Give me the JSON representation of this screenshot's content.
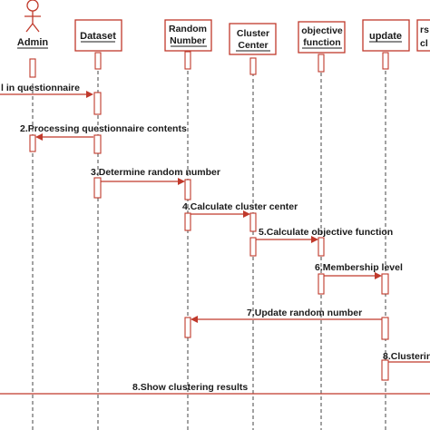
{
  "participants": [
    {
      "id": "admin",
      "lines": [
        "Admin"
      ],
      "underline": true
    },
    {
      "id": "dataset",
      "lines": [
        "Dataset"
      ],
      "underline": true
    },
    {
      "id": "random",
      "lines": [
        "Random",
        "Number"
      ],
      "underline": true
    },
    {
      "id": "cluster",
      "lines": [
        "Cluster",
        "Center"
      ],
      "underline": true
    },
    {
      "id": "objective",
      "lines": [
        "objective",
        "function"
      ],
      "underline": true
    },
    {
      "id": "update",
      "lines": [
        "update"
      ],
      "underline": true
    },
    {
      "id": "results",
      "lines": [
        "rs",
        "cl"
      ],
      "underline": false
    }
  ],
  "messages": [
    {
      "id": "m1",
      "label": "l in questionnaire",
      "from": "offscreen-left",
      "to": "dataset"
    },
    {
      "id": "m2",
      "label": "2.Processing questionnaire contents",
      "from": "dataset",
      "to": "admin"
    },
    {
      "id": "m3",
      "label": "3.Determine random number",
      "from": "dataset",
      "to": "random"
    },
    {
      "id": "m4",
      "label": "4.Calculate cluster center",
      "from": "random",
      "to": "cluster"
    },
    {
      "id": "m5",
      "label": "5.Calculate objective function",
      "from": "cluster",
      "to": "objective"
    },
    {
      "id": "m6",
      "label": "6.Membership level",
      "from": "objective",
      "to": "update"
    },
    {
      "id": "m7",
      "label": "7.Update random number",
      "from": "update",
      "to": "random"
    },
    {
      "id": "m8a",
      "label": "8.Clusterin",
      "from": "update",
      "to": "offscreen-right"
    },
    {
      "id": "m8b",
      "label": "8.Show clustering results",
      "from": "offscreen-right",
      "to": "offscreen-left"
    }
  ]
}
